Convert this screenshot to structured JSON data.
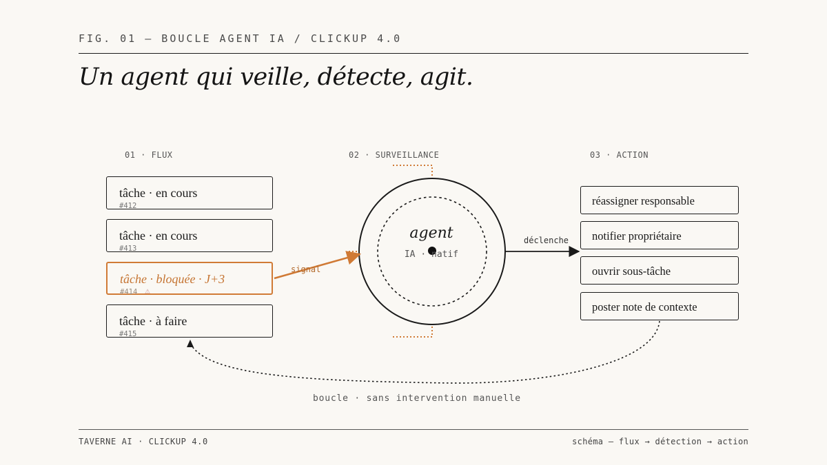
{
  "header": {
    "fig_label": "FIG. 01 — BOUCLE AGENT IA / CLICKUP 4.0",
    "title": "Un agent qui veille, détecte, agit."
  },
  "columns": {
    "flux": "01 · FLUX",
    "surveillance": "02 · SURVEILLANCE",
    "action": "03 · ACTION"
  },
  "tasks": [
    {
      "label": "tâche · en cours",
      "id": "#412"
    },
    {
      "label": "tâche · en cours",
      "id": "#413"
    },
    {
      "label": "tâche · bloquée · J+3",
      "id": "#414",
      "warn": "⚠"
    },
    {
      "label": "tâche · à faire",
      "id": "#415"
    }
  ],
  "agent": {
    "name": "agent",
    "sub": "IA · natif"
  },
  "edges": {
    "signal": "signal",
    "trigger": "déclenche",
    "loop": "boucle · sans intervention manuelle"
  },
  "actions": [
    "réassigner responsable",
    "notifier propriétaire",
    "ouvrir sous-tâche",
    "poster note de contexte"
  ],
  "footer": {
    "left": "TAVERNE AI · CLICKUP 4.0",
    "right": "schéma — flux → détection → action"
  },
  "colors": {
    "accent": "#d07a35",
    "ink": "#1a1a1a",
    "background": "#faf8f4"
  }
}
